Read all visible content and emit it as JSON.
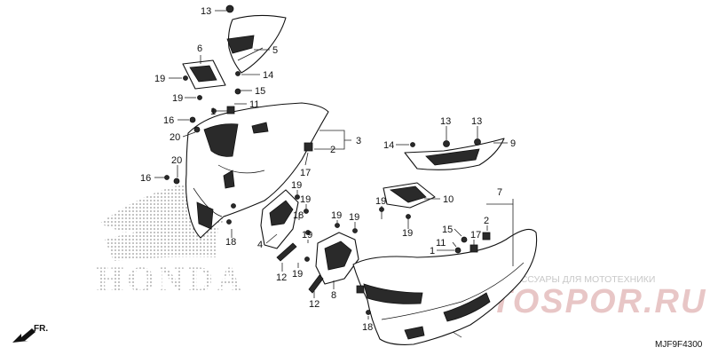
{
  "diagram": {
    "code": "MJF9F4300",
    "brand_text": "HONDA",
    "front_label": "FR.",
    "watermark_text": "ЗАПЧАСТИ И АКСЕССУАРЫ ДЛЯ МОТОТЕХНИКИ",
    "watermark_logo": "MOTOSPOR.RU"
  },
  "labels": [
    "13",
    "5",
    "6",
    "14",
    "19",
    "19",
    "15",
    "11",
    "1",
    "16",
    "20",
    "3",
    "2",
    "17",
    "20",
    "16",
    "13",
    "13",
    "14",
    "9",
    "19",
    "19",
    "10",
    "7",
    "19",
    "19",
    "19",
    "19",
    "18",
    "4",
    "19",
    "18",
    "12",
    "19",
    "12",
    "8",
    "15",
    "11",
    "1",
    "2",
    "17",
    "18"
  ]
}
